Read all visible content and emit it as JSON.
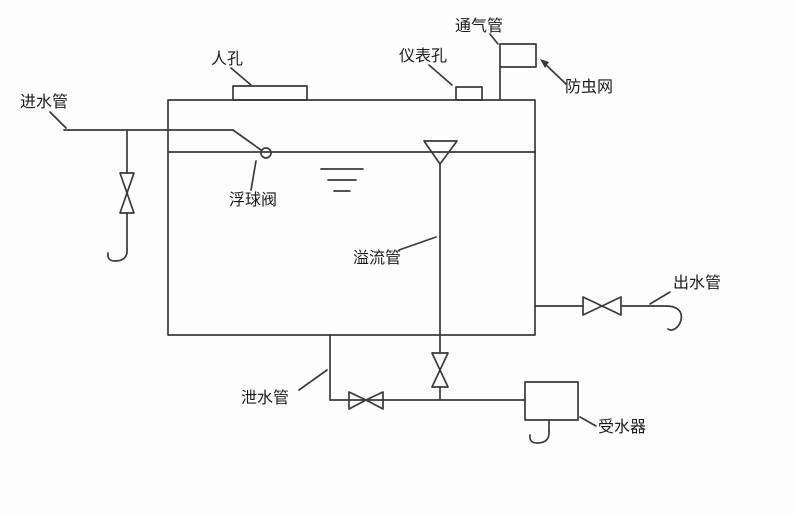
{
  "diagram": {
    "title_hint": "water storage tank piping schematic",
    "colors": {
      "line": "#3a3a3a",
      "text": "#1c1c1c",
      "background": "#fdfdfd"
    },
    "labels": {
      "inlet_pipe": "进水管",
      "manhole": "人孔",
      "instrument_hole": "仪表孔",
      "vent_pipe": "通气管",
      "insect_screen": "防虫网",
      "float_valve": "浮球阀",
      "overflow_pipe": "溢流管",
      "outlet_pipe": "出水管",
      "drain_pipe": "泄水管",
      "water_receiver": "受水器"
    }
  }
}
